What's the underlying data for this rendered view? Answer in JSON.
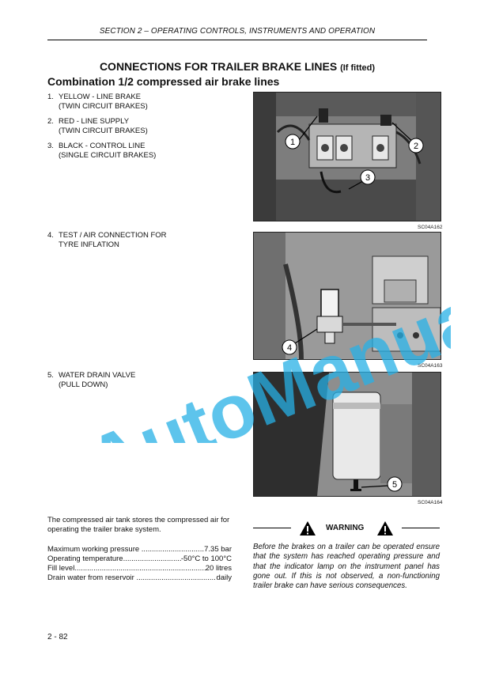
{
  "header": {
    "section": "SECTION 2 – OPERATING CONTROLS, INSTRUMENTS AND OPERATION"
  },
  "title": {
    "main": "CONNECTIONS FOR TRAILER BRAKE LINES",
    "note": "(If fitted)"
  },
  "subtitle": "Combination 1/2 compressed air brake lines",
  "items": [
    {
      "num": "1.",
      "line1": "YELLOW - LINE BRAKE",
      "line2": "(TWIN CIRCUIT BRAKES)"
    },
    {
      "num": "2.",
      "line1": "RED - LINE SUPPLY",
      "line2": "(TWIN CIRCUIT BRAKES)"
    },
    {
      "num": "3.",
      "line1": "BLACK - CONTROL LINE",
      "line2": "(SINGLE CIRCUIT BRAKES)"
    },
    {
      "num": "4.",
      "line1": "TEST / AIR CONNECTION FOR",
      "line2": "TYRE INFLATION"
    },
    {
      "num": "5.",
      "line1": "WATER DRAIN VALVE",
      "line2": "(PULL DOWN)"
    }
  ],
  "figures": [
    {
      "code": "SC04A162",
      "callouts": [
        "1",
        "2",
        "3"
      ]
    },
    {
      "code": "SC04A163",
      "callouts": [
        "4"
      ]
    },
    {
      "code": "SC04A164",
      "callouts": [
        "5"
      ]
    }
  ],
  "tank_paragraph": "The compressed air tank stores the compressed air for operating the trailer brake system.",
  "specs": [
    {
      "label": "Maximum working pressure",
      "value": "7.35 bar"
    },
    {
      "label": "Operating temperature",
      "value": "-50°C to 100°C"
    },
    {
      "label": "Fill level",
      "value": "20 litres"
    },
    {
      "label": "Drain water from reservoir",
      "value": "daily"
    }
  ],
  "warning": {
    "label": "WARNING",
    "text": "Before the brakes on a trailer can be operated ensure that the system has reached operating pressure and that the indicator lamp on the instrument panel has gone out. If this is not observed, a non-functioning trailer brake can have serious consequences."
  },
  "page_number": "2 - 82",
  "watermark": "AutoManual",
  "colors": {
    "watermark": "#27b0e6",
    "photo_bg": "#8a8a8a"
  }
}
